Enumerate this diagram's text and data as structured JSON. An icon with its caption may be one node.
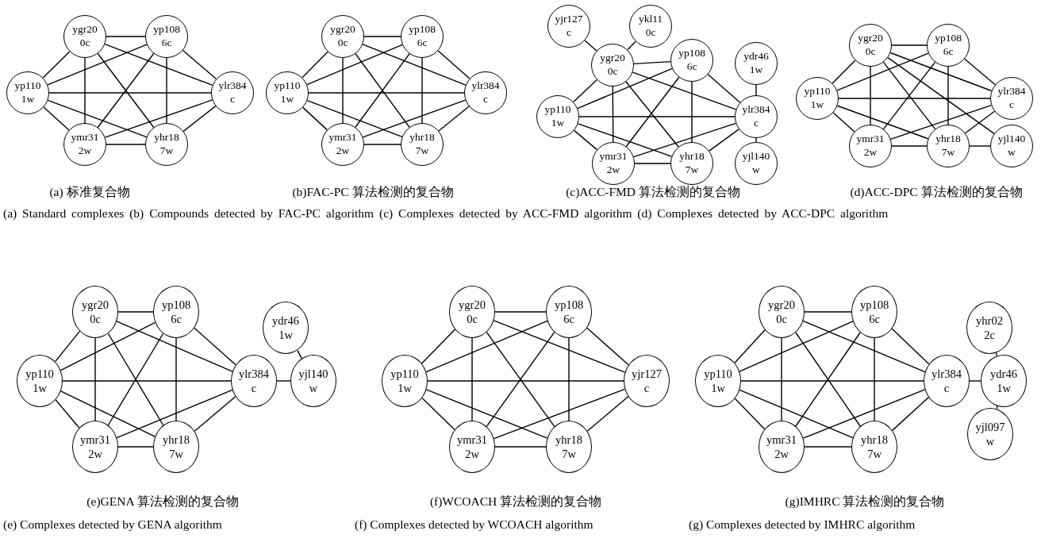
{
  "diagram": {
    "nodes": [
      {
        "text": [
          "ygr20 0c"
        ]
      },
      {
        "text": [
          "yp108 6c"
        ]
      },
      {
        "text": [
          "yp110 1w"
        ]
      },
      {
        "text": [
          "ylr384 c"
        ]
      },
      {
        "text": [
          "ymr31 2w"
        ]
      },
      {
        "text": [
          "yhr18 7w"
        ]
      },
      {
        "text": [
          "ygr20 0c"
        ]
      },
      {
        "text": [
          "yp108 6c"
        ]
      },
      {
        "text": [
          "yp110 1w"
        ]
      },
      {
        "text": [
          "ylr384 c"
        ]
      },
      {
        "text": [
          "ymr31 2w"
        ]
      },
      {
        "text": [
          "yhr18 7w"
        ]
      },
      {
        "text": [
          "yjr127 c"
        ]
      },
      {
        "text": [
          "ykl11 0c"
        ]
      },
      {
        "text": [
          "ygr20 0c"
        ]
      },
      {
        "text": [
          "yp108 6c"
        ]
      },
      {
        "text": [
          "ydr46 1w"
        ]
      },
      {
        "text": [
          "yp110 1w"
        ]
      },
      {
        "text": [
          "ylr384 c"
        ]
      },
      {
        "text": [
          "ymr31 2w"
        ]
      },
      {
        "text": [
          "yhr18 7w"
        ]
      },
      {
        "text": [
          "yjl140 w"
        ]
      },
      {
        "text": [
          "ygr20 0c"
        ]
      },
      {
        "text": [
          "yp108 6c"
        ]
      },
      {
        "text": [
          "yp110 1w"
        ]
      },
      {
        "text": [
          "ylr384 c"
        ]
      },
      {
        "text": [
          "ymr31 2w"
        ]
      },
      {
        "text": [
          "yhr18 7w"
        ]
      },
      {
        "text": [
          "yjl140 w"
        ]
      },
      {
        "text": [
          "ygr20 0c"
        ]
      },
      {
        "text": [
          "yp108 6c"
        ]
      },
      {
        "text": [
          "ydr46 1w"
        ]
      },
      {
        "text": [
          "yp110 1w"
        ]
      },
      {
        "text": [
          "ylr384 c"
        ]
      },
      {
        "text": [
          "yjl140 w"
        ]
      },
      {
        "text": [
          "ymr31 2w"
        ]
      },
      {
        "text": [
          "yhr18 7w"
        ]
      },
      {
        "text": [
          "ygr20 0c"
        ]
      },
      {
        "text": [
          "yp108 6c"
        ]
      },
      {
        "text": [
          "yp110 1w"
        ]
      },
      {
        "text": [
          "yjr127 c"
        ]
      },
      {
        "text": [
          "ymr31 2w"
        ]
      },
      {
        "text": [
          "yhr18 7w"
        ]
      },
      {
        "text": [
          "ygr20 0c"
        ]
      },
      {
        "text": [
          "yp108 6c"
        ]
      },
      {
        "text": [
          "yhr02 2c"
        ]
      },
      {
        "text": [
          "yp110 1w"
        ]
      },
      {
        "text": [
          "ylr384 c"
        ]
      },
      {
        "text": [
          "ydr46 1w"
        ]
      },
      {
        "text": [
          "ymr31 2w"
        ]
      },
      {
        "text": [
          "yhr18 7w"
        ]
      },
      {
        "text": [
          "yjl097 w"
        ]
      }
    ],
    "edges": [
      {
        "from": 0,
        "to": 1,
        "arrow": "none"
      },
      {
        "from": 0,
        "to": 2,
        "arrow": "none"
      },
      {
        "from": 0,
        "to": 3,
        "arrow": "none"
      },
      {
        "from": 0,
        "to": 4,
        "arrow": "none"
      },
      {
        "from": 0,
        "to": 5,
        "arrow": "none"
      },
      {
        "from": 1,
        "to": 2,
        "arrow": "none"
      },
      {
        "from": 1,
        "to": 3,
        "arrow": "none"
      },
      {
        "from": 1,
        "to": 4,
        "arrow": "none"
      },
      {
        "from": 1,
        "to": 5,
        "arrow": "none"
      },
      {
        "from": 2,
        "to": 3,
        "arrow": "none"
      },
      {
        "from": 2,
        "to": 4,
        "arrow": "none"
      },
      {
        "from": 2,
        "to": 5,
        "arrow": "none"
      },
      {
        "from": 3,
        "to": 4,
        "arrow": "none"
      },
      {
        "from": 3,
        "to": 5,
        "arrow": "none"
      },
      {
        "from": 4,
        "to": 5,
        "arrow": "none"
      },
      {
        "from": 6,
        "to": 7,
        "arrow": "none"
      },
      {
        "from": 6,
        "to": 8,
        "arrow": "none"
      },
      {
        "from": 6,
        "to": 9,
        "arrow": "none"
      },
      {
        "from": 6,
        "to": 10,
        "arrow": "none"
      },
      {
        "from": 6,
        "to": 11,
        "arrow": "none"
      },
      {
        "from": 7,
        "to": 8,
        "arrow": "none"
      },
      {
        "from": 7,
        "to": 9,
        "arrow": "none"
      },
      {
        "from": 7,
        "to": 10,
        "arrow": "none"
      },
      {
        "from": 7,
        "to": 11,
        "arrow": "none"
      },
      {
        "from": 8,
        "to": 9,
        "arrow": "none"
      },
      {
        "from": 8,
        "to": 10,
        "arrow": "none"
      },
      {
        "from": 8,
        "to": 11,
        "arrow": "none"
      },
      {
        "from": 9,
        "to": 10,
        "arrow": "none"
      },
      {
        "from": 9,
        "to": 11,
        "arrow": "none"
      },
      {
        "from": 10,
        "to": 11,
        "arrow": "none"
      },
      {
        "from": 12,
        "to": 14,
        "arrow": "none"
      },
      {
        "from": 13,
        "to": 14,
        "arrow": "none"
      },
      {
        "from": 14,
        "to": 15,
        "arrow": "none"
      },
      {
        "from": 14,
        "to": 17,
        "arrow": "none"
      },
      {
        "from": 14,
        "to": 18,
        "arrow": "none"
      },
      {
        "from": 14,
        "to": 19,
        "arrow": "none"
      },
      {
        "from": 14,
        "to": 20,
        "arrow": "none"
      },
      {
        "from": 15,
        "to": 17,
        "arrow": "none"
      },
      {
        "from": 15,
        "to": 18,
        "arrow": "none"
      },
      {
        "from": 15,
        "to": 19,
        "arrow": "none"
      },
      {
        "from": 15,
        "to": 20,
        "arrow": "none"
      },
      {
        "from": 16,
        "to": 18,
        "arrow": "none"
      },
      {
        "from": 17,
        "to": 18,
        "arrow": "none"
      },
      {
        "from": 17,
        "to": 19,
        "arrow": "none"
      },
      {
        "from": 17,
        "to": 20,
        "arrow": "none"
      },
      {
        "from": 18,
        "to": 19,
        "arrow": "none"
      },
      {
        "from": 18,
        "to": 20,
        "arrow": "none"
      },
      {
        "from": 18,
        "to": 21,
        "arrow": "none"
      },
      {
        "from": 19,
        "to": 20,
        "arrow": "none"
      },
      {
        "from": 22,
        "to": 23,
        "arrow": "none"
      },
      {
        "from": 22,
        "to": 24,
        "arrow": "none"
      },
      {
        "from": 22,
        "to": 25,
        "arrow": "none"
      },
      {
        "from": 22,
        "to": 26,
        "arrow": "none"
      },
      {
        "from": 22,
        "to": 27,
        "arrow": "none"
      },
      {
        "from": 22,
        "to": 28,
        "arrow": "none"
      },
      {
        "from": 23,
        "to": 24,
        "arrow": "none"
      },
      {
        "from": 23,
        "to": 25,
        "arrow": "none"
      },
      {
        "from": 23,
        "to": 26,
        "arrow": "none"
      },
      {
        "from": 23,
        "to": 27,
        "arrow": "none"
      },
      {
        "from": 24,
        "to": 25,
        "arrow": "none"
      },
      {
        "from": 24,
        "to": 26,
        "arrow": "none"
      },
      {
        "from": 24,
        "to": 27,
        "arrow": "none"
      },
      {
        "from": 25,
        "to": 26,
        "arrow": "none"
      },
      {
        "from": 25,
        "to": 27,
        "arrow": "none"
      },
      {
        "from": 26,
        "to": 27,
        "arrow": "none"
      },
      {
        "from": 27,
        "to": 28,
        "arrow": "none"
      },
      {
        "from": 29,
        "to": 30,
        "arrow": "none"
      },
      {
        "from": 29,
        "to": 32,
        "arrow": "none"
      },
      {
        "from": 29,
        "to": 33,
        "arrow": "none"
      },
      {
        "from": 29,
        "to": 35,
        "arrow": "none"
      },
      {
        "from": 29,
        "to": 36,
        "arrow": "none"
      },
      {
        "from": 30,
        "to": 32,
        "arrow": "none"
      },
      {
        "from": 30,
        "to": 33,
        "arrow": "none"
      },
      {
        "from": 30,
        "to": 35,
        "arrow": "none"
      },
      {
        "from": 30,
        "to": 36,
        "arrow": "none"
      },
      {
        "from": 31,
        "to": 34,
        "arrow": "none"
      },
      {
        "from": 32,
        "to": 33,
        "arrow": "none"
      },
      {
        "from": 32,
        "to": 35,
        "arrow": "none"
      },
      {
        "from": 32,
        "to": 36,
        "arrow": "none"
      },
      {
        "from": 33,
        "to": 34,
        "arrow": "none"
      },
      {
        "from": 33,
        "to": 35,
        "arrow": "none"
      },
      {
        "from": 33,
        "to": 36,
        "arrow": "none"
      },
      {
        "from": 35,
        "to": 36,
        "arrow": "none"
      },
      {
        "from": 37,
        "to": 38,
        "arrow": "none"
      },
      {
        "from": 37,
        "to": 39,
        "arrow": "none"
      },
      {
        "from": 37,
        "to": 40,
        "arrow": "none"
      },
      {
        "from": 37,
        "to": 41,
        "arrow": "none"
      },
      {
        "from": 37,
        "to": 42,
        "arrow": "none"
      },
      {
        "from": 38,
        "to": 39,
        "arrow": "none"
      },
      {
        "from": 38,
        "to": 40,
        "arrow": "none"
      },
      {
        "from": 38,
        "to": 41,
        "arrow": "none"
      },
      {
        "from": 38,
        "to": 42,
        "arrow": "none"
      },
      {
        "from": 39,
        "to": 40,
        "arrow": "none"
      },
      {
        "from": 39,
        "to": 41,
        "arrow": "none"
      },
      {
        "from": 39,
        "to": 42,
        "arrow": "none"
      },
      {
        "from": 40,
        "to": 41,
        "arrow": "none"
      },
      {
        "from": 40,
        "to": 42,
        "arrow": "none"
      },
      {
        "from": 41,
        "to": 42,
        "arrow": "none"
      },
      {
        "from": 43,
        "to": 44,
        "arrow": "none"
      },
      {
        "from": 43,
        "to": 46,
        "arrow": "none"
      },
      {
        "from": 43,
        "to": 47,
        "arrow": "none"
      },
      {
        "from": 43,
        "to": 49,
        "arrow": "none"
      },
      {
        "from": 43,
        "to": 50,
        "arrow": "none"
      },
      {
        "from": 44,
        "to": 46,
        "arrow": "none"
      },
      {
        "from": 44,
        "to": 47,
        "arrow": "none"
      },
      {
        "from": 44,
        "to": 49,
        "arrow": "none"
      },
      {
        "from": 44,
        "to": 50,
        "arrow": "none"
      },
      {
        "from": 45,
        "to": 48,
        "arrow": "none"
      },
      {
        "from": 46,
        "to": 47,
        "arrow": "none"
      },
      {
        "from": 46,
        "to": 49,
        "arrow": "none"
      },
      {
        "from": 46,
        "to": 50,
        "arrow": "none"
      },
      {
        "from": 47,
        "to": 48,
        "arrow": "none"
      },
      {
        "from": 47,
        "to": 49,
        "arrow": "none"
      },
      {
        "from": 47,
        "to": 50,
        "arrow": "none"
      },
      {
        "from": 48,
        "to": 51,
        "arrow": "none"
      },
      {
        "from": 49,
        "to": 50,
        "arrow": "none"
      }
    ],
    "labels": [
      "(a)  标准复合物",
      "(b)FAC-PC 算法检测的复合物",
      "(c)ACC-FMD 算法检测的复合物",
      "(d)ACC-DPC 算法检测的复合物",
      "(a) Standard complexes (b) Compounds detected by FAC-PC algorithm (c) Complexes detected by ACC-FMD algorithm (d) Complexes detected by ACC-DPC algorithm",
      "(e)GENA 算法检测的复合物",
      "(f)WCOACH 算法检测的复合物",
      "(g)IMHRC 算法检测的复合物",
      "(e) Complexes detected by GENA algorithm",
      "(f) Complexes detected by WCOACH algorithm",
      "(g) Complexes detected by IMHRC algorithm"
    ]
  }
}
